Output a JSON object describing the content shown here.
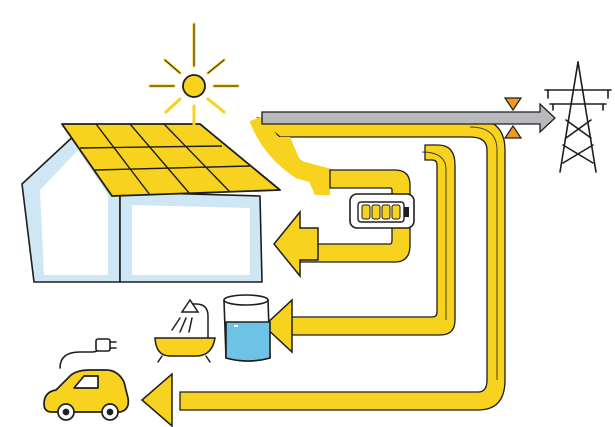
{
  "diagram": {
    "subject": "solar-energy-flow",
    "components": [
      "sun",
      "house-with-solar-roof",
      "home-battery",
      "power-grid-tower",
      "bathtub-with-shower",
      "water-heater-tank",
      "electric-car",
      "ev-charging-plug"
    ],
    "flows": [
      {
        "from": "house-with-solar-roof",
        "to": "power-grid-tower",
        "kind": "export"
      },
      {
        "from": "home-battery",
        "to": "house-with-solar-roof",
        "kind": "supply"
      },
      {
        "from": "house-with-solar-roof",
        "to": "water-heater-tank",
        "kind": "supply"
      },
      {
        "from": "house-with-solar-roof",
        "to": "electric-car",
        "kind": "supply"
      }
    ],
    "battery_level": 1.0,
    "colors": {
      "flow_yellow": "#F7D21E",
      "wall_blue": "#CFE6F5",
      "water_blue": "#6CC3E6",
      "grid_arrow_gray": "#B7B9BC",
      "valve_orange": "#F29A1F",
      "ink": "#1E1E1E"
    }
  }
}
